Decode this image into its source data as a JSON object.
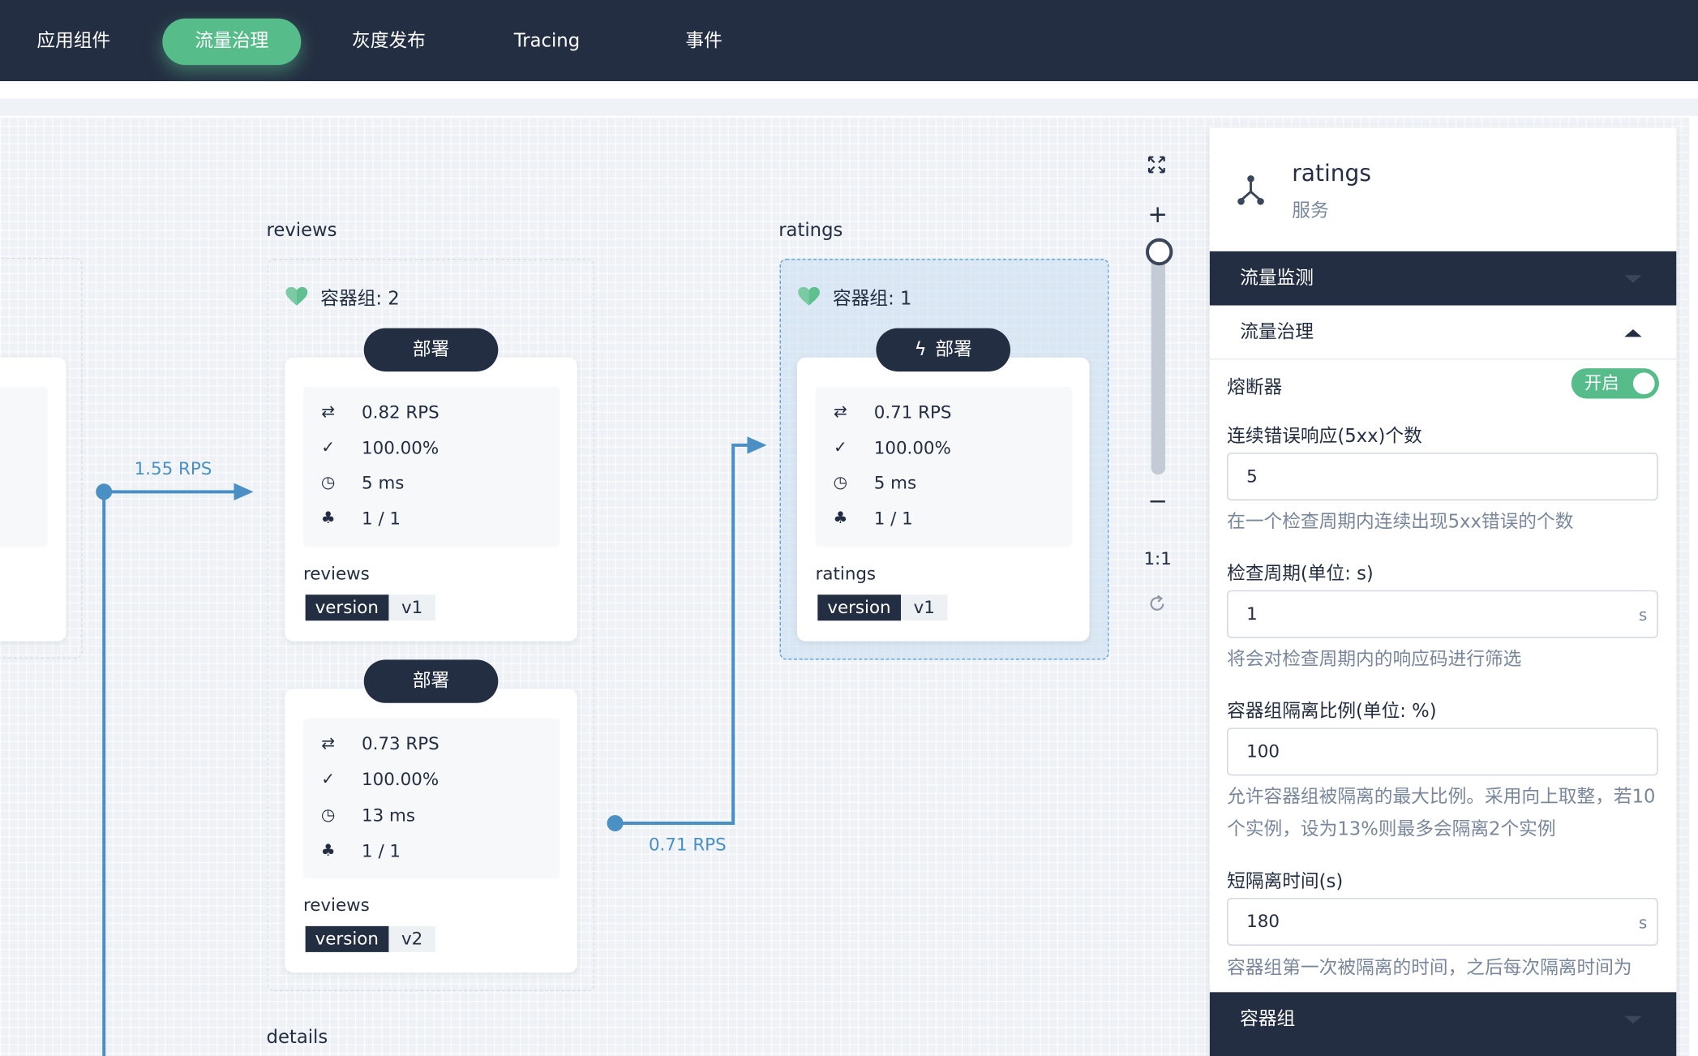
{
  "nav": {
    "tabs": [
      "应用组件",
      "流量治理",
      "灰度发布",
      "Tracing",
      "事件"
    ],
    "active_tab": "流量治理"
  },
  "colors": {
    "nav_bg": "#242e42",
    "accent_green": "#55bc8a",
    "edge_blue": "#4a90c4"
  },
  "graph": {
    "groups": {
      "reviews": {
        "title": "reviews",
        "pods": "容器组: 2"
      },
      "ratings": {
        "title": "ratings",
        "pods": "容器组: 1"
      },
      "details": {
        "title": "details"
      }
    },
    "edges": {
      "in_rps": "1.55 RPS",
      "out_rps": "0.71 RPS"
    },
    "deploy_label": "部署",
    "cards": {
      "reviews_v1": {
        "rps": "0.82 RPS",
        "success": "100.00%",
        "latency": "5 ms",
        "replicas": "1 / 1",
        "name": "reviews",
        "tag_key": "version",
        "tag_val": "v1"
      },
      "reviews_v2": {
        "rps": "0.73 RPS",
        "success": "100.00%",
        "latency": "13 ms",
        "replicas": "1 / 1",
        "name": "reviews",
        "tag_key": "version",
        "tag_val": "v2"
      },
      "ratings_v1": {
        "rps": "0.71 RPS",
        "success": "100.00%",
        "latency": "5 ms",
        "replicas": "1 / 1",
        "name": "ratings",
        "tag_key": "version",
        "tag_val": "v1"
      }
    }
  },
  "zoom": {
    "zoom_in": "+",
    "zoom_out": "−",
    "reset": "1:1",
    "level": 0
  },
  "panel": {
    "title": "ratings",
    "subtitle": "服务",
    "sections": {
      "monitor": "流量监测",
      "governance": "流量治理",
      "pods": "容器组"
    },
    "breaker": {
      "label": "熔断器",
      "toggle": "开启"
    },
    "fields": {
      "errors": {
        "label": "连续错误响应(5xx)个数",
        "value": "5",
        "desc": "在一个检查周期内连续出现5xx错误的个数"
      },
      "interval": {
        "label": "检查周期(单位: s)",
        "value": "1",
        "suffix": "s",
        "desc": "将会对检查周期内的响应码进行筛选"
      },
      "ejection": {
        "label": "容器组隔离比例(单位: %)",
        "value": "100",
        "desc": "允许容器组被隔离的最大比例。采用向上取整，若10个实例，设为13%则最多会隔离2个实例"
      },
      "base_time": {
        "label": "短隔离时间(s)",
        "value": "180",
        "suffix": "s",
        "desc": "容器组第一次被隔离的时间，之后每次隔离时间为"
      }
    }
  }
}
